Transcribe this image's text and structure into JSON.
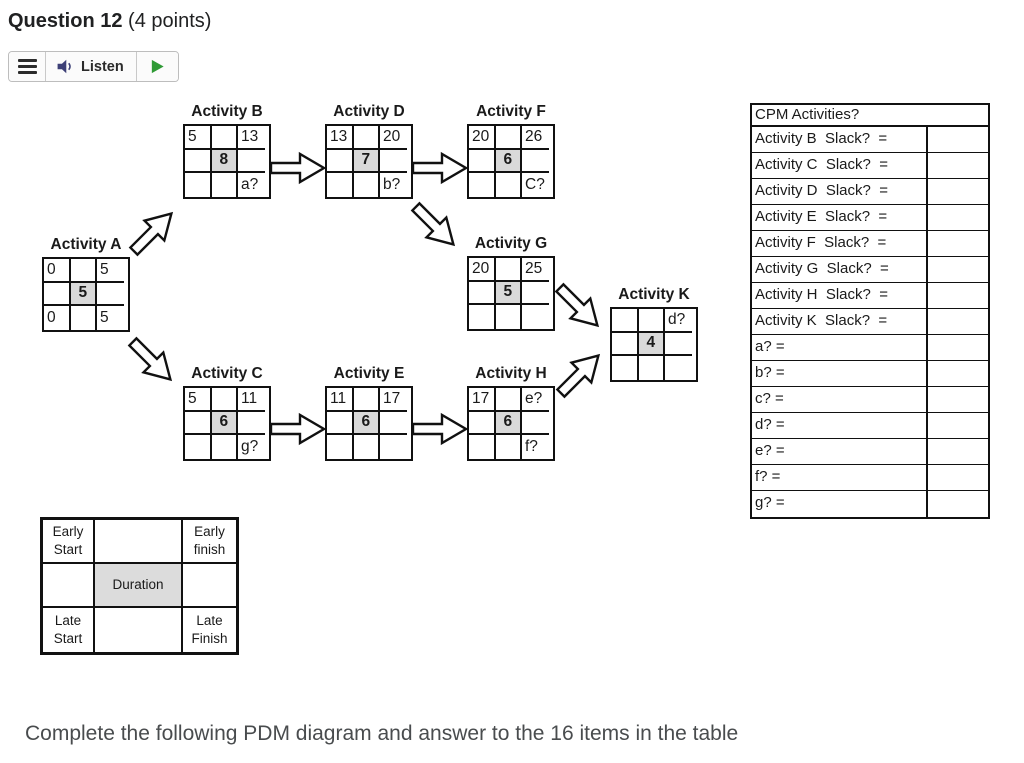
{
  "page": {
    "question_label": "Question 12",
    "points_label": "(4 points)",
    "instruction": "Complete the following PDM diagram and answer to the 16 items in the table"
  },
  "toolbar": {
    "listen_label": "Listen",
    "icons": [
      "hamburger-icon",
      "speaker-icon",
      "play-icon"
    ],
    "speaker_color": "#3d4077",
    "play_color": "#2f9a35"
  },
  "diagram": {
    "shade_color": "#d9d9d9",
    "activities": [
      {
        "id": "A",
        "title": "Activity A",
        "cells": [
          "0",
          "",
          "5",
          "",
          "5",
          "",
          "0",
          "",
          "5"
        ]
      },
      {
        "id": "B",
        "title": "Activity B",
        "cells": [
          "5",
          "",
          "13",
          "",
          "8",
          "",
          "",
          "",
          "a?"
        ]
      },
      {
        "id": "C",
        "title": "Activity C",
        "cells": [
          "5",
          "",
          "11",
          "",
          "6",
          "",
          "",
          "",
          "g?"
        ]
      },
      {
        "id": "D",
        "title": "Activity D",
        "cells": [
          "13",
          "",
          "20",
          "",
          "7",
          "",
          "",
          "",
          "b?"
        ]
      },
      {
        "id": "E",
        "title": "Activity E",
        "cells": [
          "11",
          "",
          "17",
          "",
          "6",
          "",
          "",
          "",
          ""
        ]
      },
      {
        "id": "F",
        "title": "Activity F",
        "cells": [
          "20",
          "",
          "26",
          "",
          "6",
          "",
          "",
          "",
          "C?"
        ]
      },
      {
        "id": "G",
        "title": "Activity G",
        "cells": [
          "20",
          "",
          "25",
          "",
          "5",
          "",
          "",
          "",
          ""
        ]
      },
      {
        "id": "H",
        "title": "Activity H",
        "cells": [
          "17",
          "",
          "e?",
          "",
          "6",
          "",
          "",
          "",
          "f?"
        ]
      },
      {
        "id": "K",
        "title": "Activity K",
        "cells": [
          "",
          "",
          "d?",
          "",
          "4",
          "",
          "",
          "",
          ""
        ]
      }
    ],
    "connections": [
      "A->B",
      "A->C",
      "B->D",
      "C->E",
      "D->F",
      "D->G",
      "E->H",
      "G->K",
      "H->K"
    ],
    "legend": {
      "cells": [
        "Early Start",
        "",
        "Early finish",
        "",
        "Duration",
        "",
        "Late Start",
        "",
        "Late Finish"
      ]
    }
  },
  "cpm_table": {
    "header": "CPM Activities?",
    "rows": [
      {
        "label": "Activity B  Slack?  =",
        "value": ""
      },
      {
        "label": "Activity C  Slack?  =",
        "value": ""
      },
      {
        "label": "Activity D  Slack?  =",
        "value": ""
      },
      {
        "label": "Activity E  Slack?  =",
        "value": ""
      },
      {
        "label": "Activity F  Slack?  =",
        "value": ""
      },
      {
        "label": "Activity G  Slack?  =",
        "value": ""
      },
      {
        "label": "Activity H  Slack?  =",
        "value": ""
      },
      {
        "label": "Activity K  Slack?  =",
        "value": ""
      },
      {
        "label": "a? =",
        "value": ""
      },
      {
        "label": "b? =",
        "value": ""
      },
      {
        "label": "c? =",
        "value": ""
      },
      {
        "label": "d? =",
        "value": ""
      },
      {
        "label": "e? =",
        "value": ""
      },
      {
        "label": "f? =",
        "value": ""
      },
      {
        "label": "g? =",
        "value": ""
      }
    ]
  }
}
